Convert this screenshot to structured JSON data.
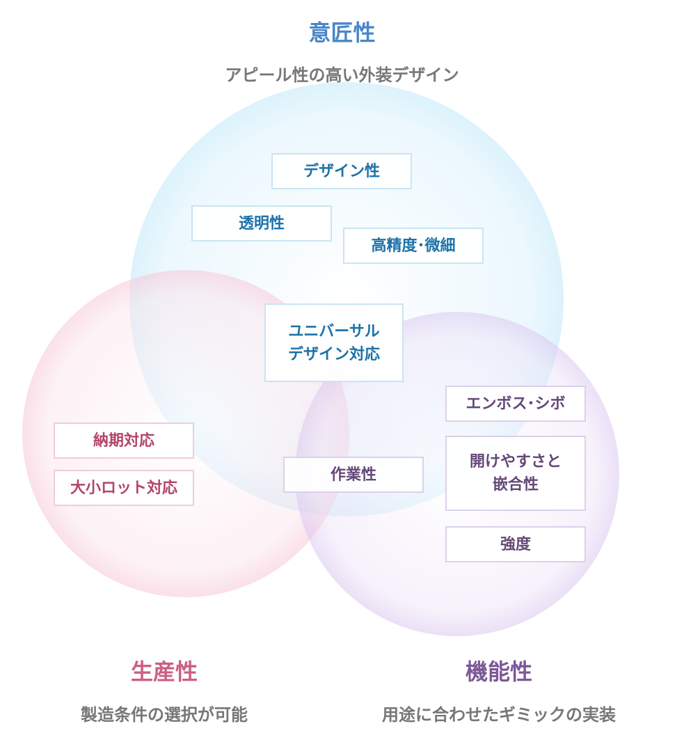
{
  "colors": {
    "design": "#4a86c8",
    "production": "#cc5f85",
    "function": "#7c5896",
    "subtitle": "#777777"
  },
  "design": {
    "title": "意匠性",
    "subtitle": "アピール性の高い外装デザイン",
    "items": [
      "デザイン性",
      "透明性",
      "高精度･微細"
    ]
  },
  "center": {
    "item": "ユニバーサル\nデザイン対応"
  },
  "production": {
    "title": "生産性",
    "subtitle": "製造条件の選択が可能",
    "items": [
      "納期対応",
      "大小ロット対応"
    ]
  },
  "function": {
    "title": "機能性",
    "subtitle": "用途に合わせたギミックの実装",
    "items": [
      "エンボス･シボ",
      "開けやすさと\n嵌合性",
      "強度"
    ]
  },
  "overlap": {
    "item": "作業性"
  }
}
